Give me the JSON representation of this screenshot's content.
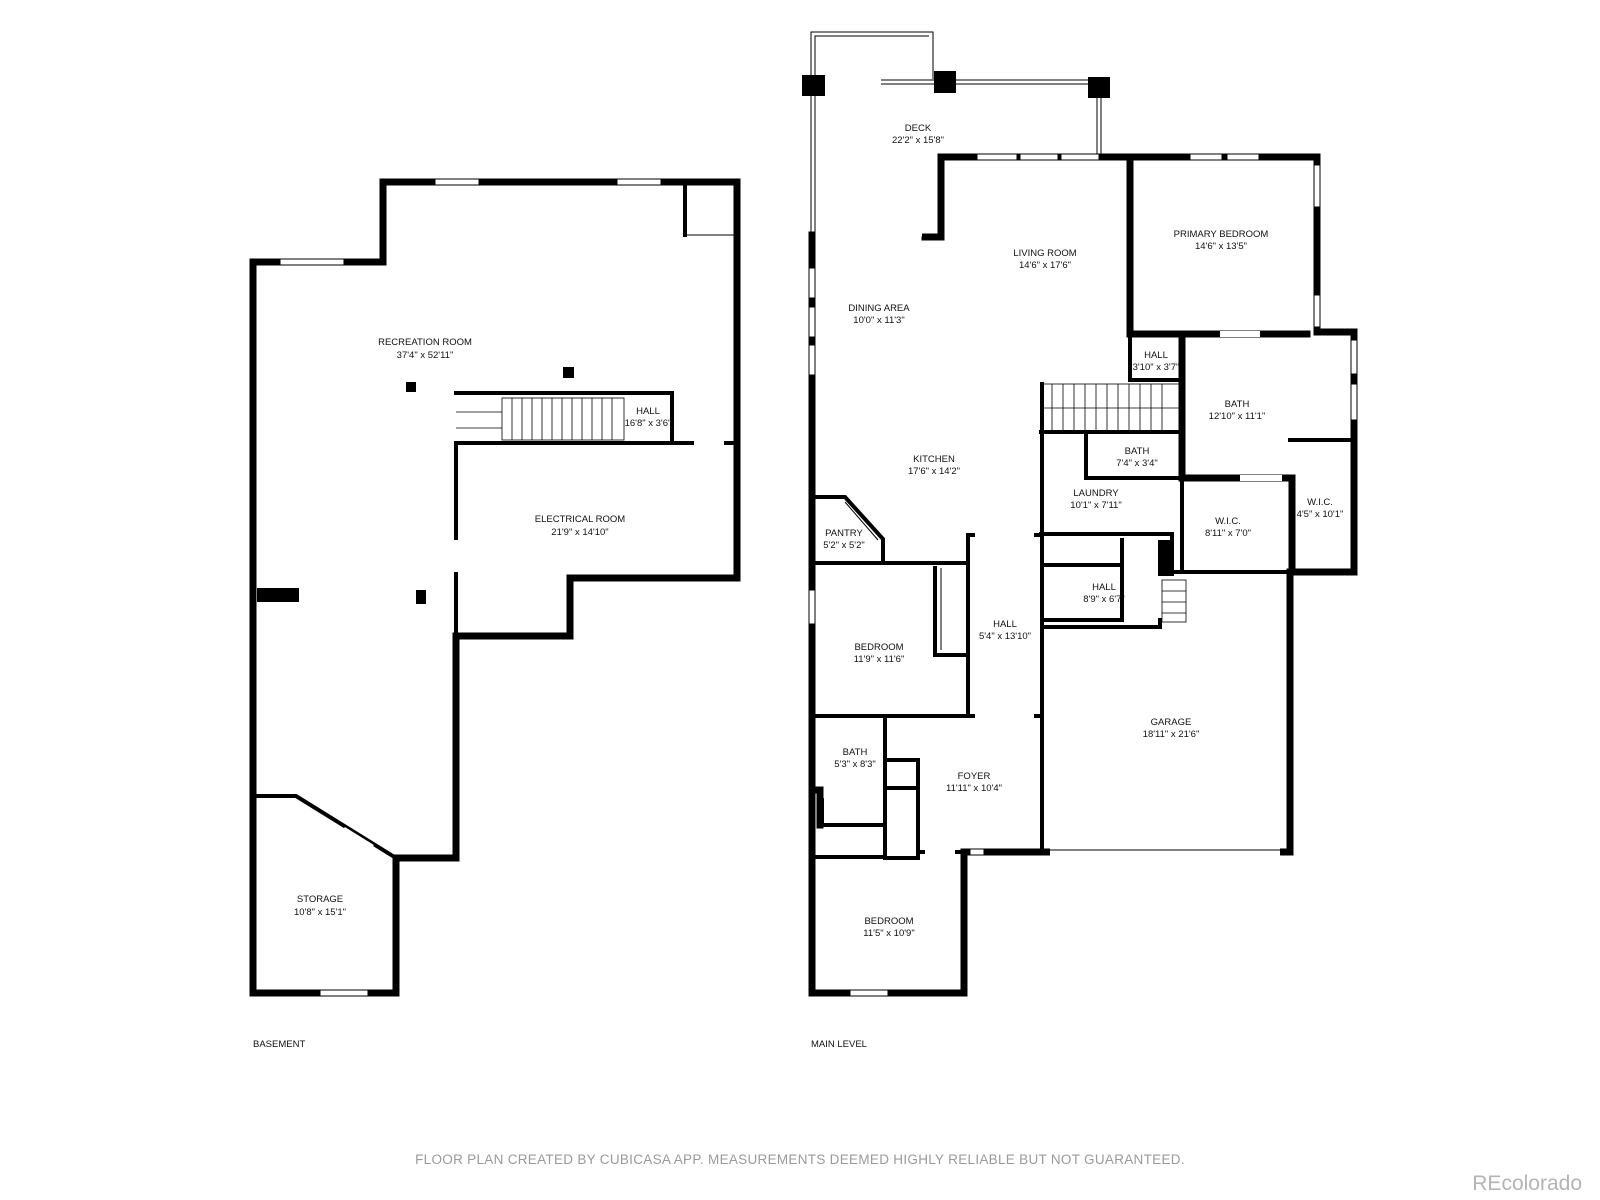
{
  "levels": {
    "basement": "BASEMENT",
    "main": "MAIN LEVEL"
  },
  "rooms": {
    "recreation_room": {
      "name": "RECREATION ROOM",
      "size": "37'4\" x 52'11\""
    },
    "basement_hall": {
      "name": "HALL",
      "size": "16'8\" x 3'6\""
    },
    "electrical_room": {
      "name": "ELECTRICAL ROOM",
      "size": "21'9\" x 14'10\""
    },
    "storage": {
      "name": "STORAGE",
      "size": "10'8\" x 15'1\""
    },
    "deck": {
      "name": "DECK",
      "size": "22'2\" x 15'8\""
    },
    "living_room": {
      "name": "LIVING ROOM",
      "size": "14'6\" x 17'6\""
    },
    "primary_bedroom": {
      "name": "PRIMARY BEDROOM",
      "size": "14'6\" x 13'5\""
    },
    "dining_area": {
      "name": "DINING AREA",
      "size": "10'0\" x 11'3\""
    },
    "hall_upper": {
      "name": "HALL",
      "size": "3'10\" x 3'7\""
    },
    "primary_bath": {
      "name": "BATH",
      "size": "12'10\" x 11'1\""
    },
    "kitchen": {
      "name": "KITCHEN",
      "size": "17'6\" x 14'2\""
    },
    "small_bath": {
      "name": "BATH",
      "size": "7'4\" x 3'4\""
    },
    "laundry": {
      "name": "LAUNDRY",
      "size": "10'1\" x 7'11\""
    },
    "wic_large": {
      "name": "W.I.C.",
      "size": "8'11\" x 7'0\""
    },
    "wic_small": {
      "name": "W.I.C.",
      "size": "4'5\" x 10'1\""
    },
    "pantry": {
      "name": "PANTRY",
      "size": "5'2\" x 5'2\""
    },
    "hall_middle": {
      "name": "HALL",
      "size": "8'9\" x 6'7\""
    },
    "hall_long": {
      "name": "HALL",
      "size": "5'4\" x 13'10\""
    },
    "bedroom_1": {
      "name": "BEDROOM",
      "size": "11'9\" x 11'6\""
    },
    "garage": {
      "name": "GARAGE",
      "size": "18'11\" x 21'6\""
    },
    "bath_front": {
      "name": "BATH",
      "size": "5'3\" x 8'3\""
    },
    "foyer": {
      "name": "FOYER",
      "size": "11'11\" x 10'4\""
    },
    "bedroom_2": {
      "name": "BEDROOM",
      "size": "11'5\" x 10'9\""
    }
  },
  "disclaimer": "FLOOR PLAN CREATED BY CUBICASA APP. MEASUREMENTS DEEMED HIGHLY RELIABLE BUT NOT GUARANTEED.",
  "brand": "REcolorado"
}
